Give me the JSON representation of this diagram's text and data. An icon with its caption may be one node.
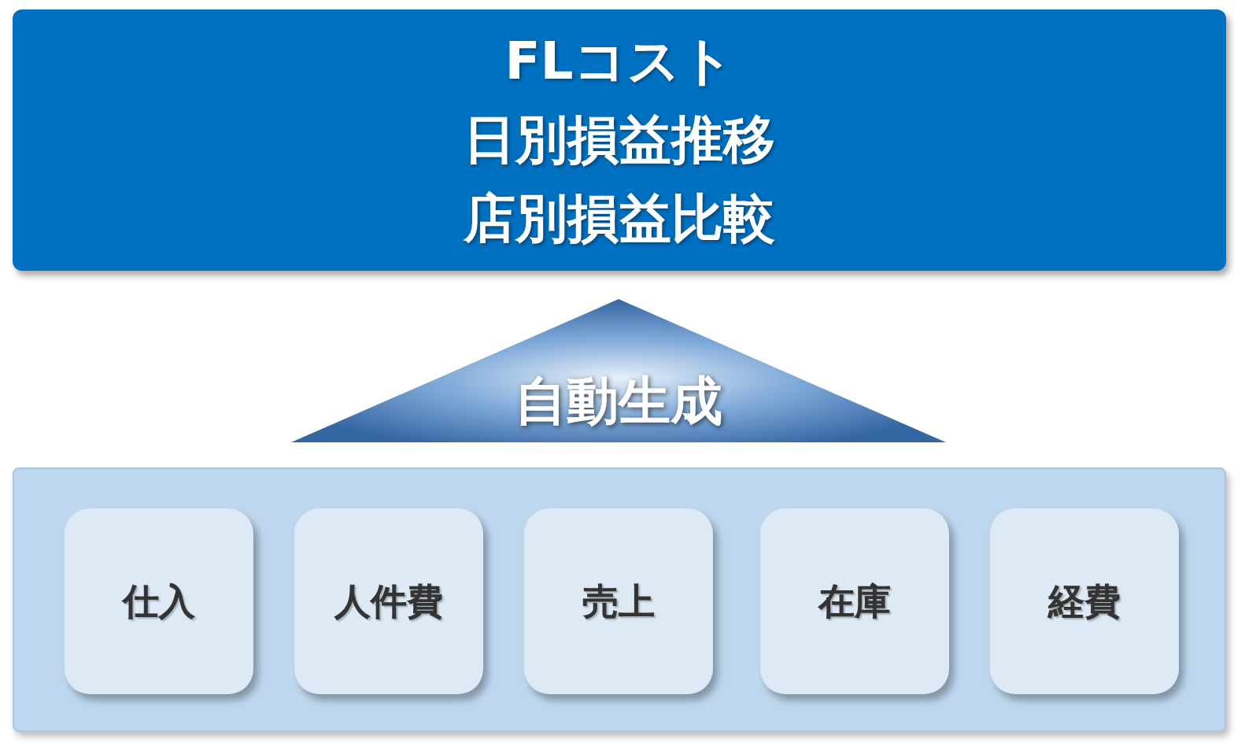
{
  "diagram": {
    "nodes": [
      {
        "text": [
          "FLコスト",
          "日別損益推移",
          "店別損益比較"
        ]
      },
      {
        "text": [
          "自動生成"
        ]
      },
      {
        "text": [],
        "shape": "box"
      },
      {
        "text": [
          "仕入"
        ],
        "in": 2
      },
      {
        "text": [
          "人件費"
        ],
        "in": 2
      },
      {
        "text": [
          "売上"
        ],
        "in": 2
      },
      {
        "text": [
          "在庫"
        ],
        "in": 2
      },
      {
        "text": [
          "経費"
        ],
        "in": 2
      }
    ]
  }
}
